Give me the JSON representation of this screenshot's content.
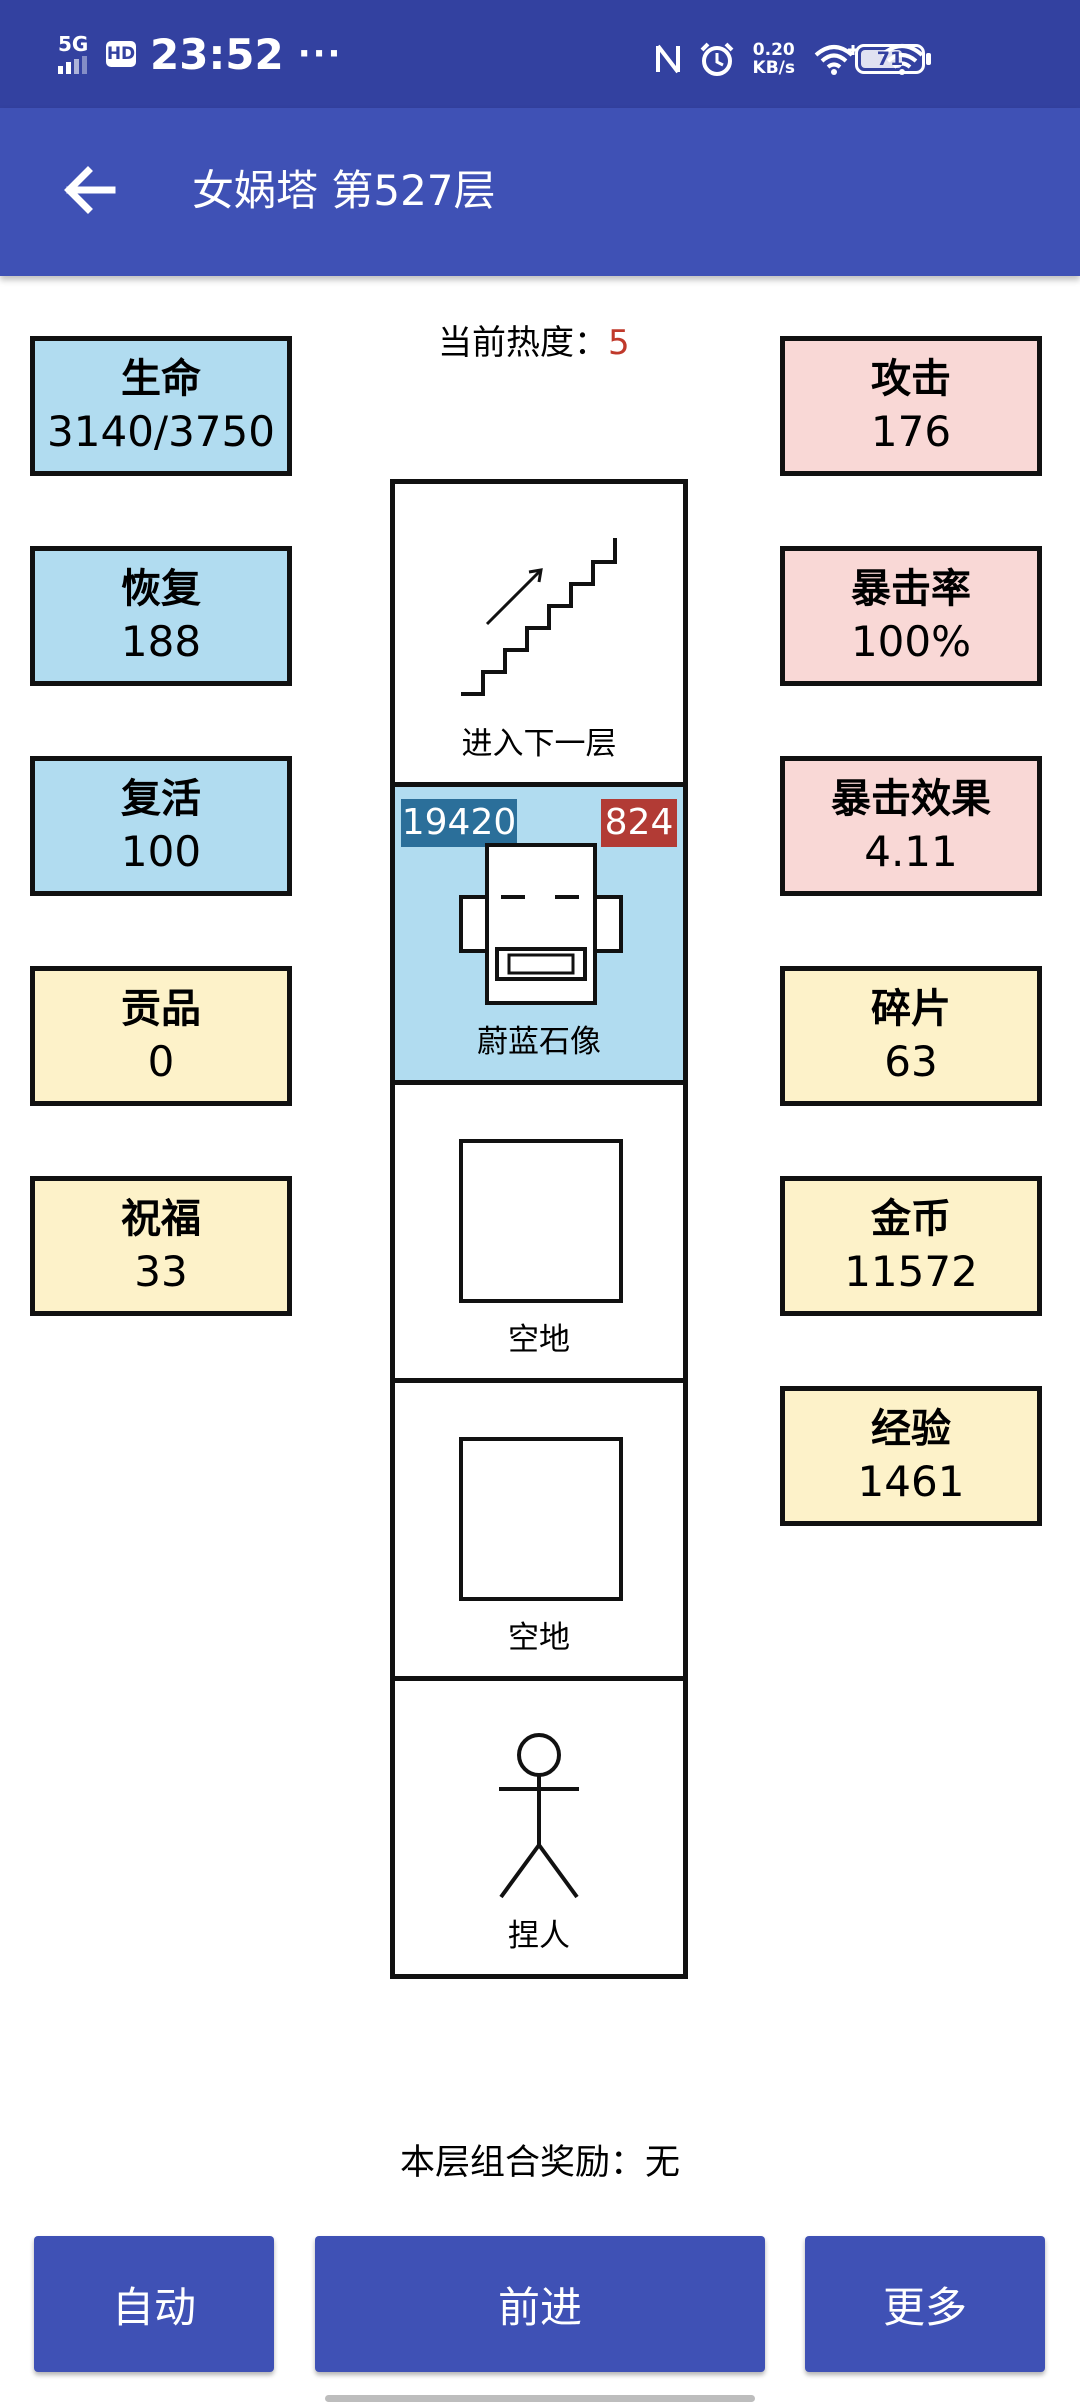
{
  "status_bar": {
    "network": "5G",
    "hd": "HD",
    "time": "23:52",
    "overflow": "···",
    "speed_value": "0.20",
    "speed_unit": "KB/s",
    "battery": "71",
    "battery_level": 0.71,
    "icons": [
      "signal-icon",
      "nfc-icon",
      "alarm-icon",
      "wifi-plus-icon",
      "wifi-icon",
      "battery-icon"
    ]
  },
  "app_bar": {
    "back_icon": "arrow-left-icon",
    "title": "女娲塔 第527层"
  },
  "heat": {
    "label": "当前热度：",
    "value": "5",
    "value_color": "#c0392b"
  },
  "left_stats": [
    {
      "label": "生命",
      "value": "3140/3750",
      "color": "blue"
    },
    {
      "label": "恢复",
      "value": "188",
      "color": "blue"
    },
    {
      "label": "复活",
      "value": "100",
      "color": "blue"
    },
    {
      "label": "贡品",
      "value": "0",
      "color": "yellow"
    },
    {
      "label": "祝福",
      "value": "33",
      "color": "yellow"
    }
  ],
  "right_stats": [
    {
      "label": "攻击",
      "value": "176",
      "color": "pink"
    },
    {
      "label": "暴击率",
      "value": "100%",
      "color": "pink"
    },
    {
      "label": "暴击效果",
      "value": "4.11",
      "color": "pink"
    },
    {
      "label": "碎片",
      "value": "63",
      "color": "yellow"
    },
    {
      "label": "金币",
      "value": "11572",
      "color": "yellow"
    },
    {
      "label": "经验",
      "value": "1461",
      "color": "yellow"
    }
  ],
  "colors": {
    "blue": "#b1dcf0",
    "pink": "#f9d8d6",
    "yellow": "#fdf2c9",
    "primary": "#3f51b5"
  },
  "tower": [
    {
      "type": "stairs",
      "icon": "stairs-up-icon",
      "label": "进入下一层"
    },
    {
      "type": "monster",
      "icon": "stone-statue-icon",
      "label": "蔚蓝石像",
      "hp": "19420",
      "attack": "824"
    },
    {
      "type": "empty",
      "icon": "empty-square-icon",
      "label": "空地"
    },
    {
      "type": "empty",
      "icon": "empty-square-icon",
      "label": "空地"
    },
    {
      "type": "player",
      "icon": "stick-figure-icon",
      "label": "捏人"
    }
  ],
  "bonus": {
    "label": "本层组合奖励：",
    "value": "无"
  },
  "buttons": {
    "auto": "自动",
    "forward": "前进",
    "more": "更多"
  }
}
